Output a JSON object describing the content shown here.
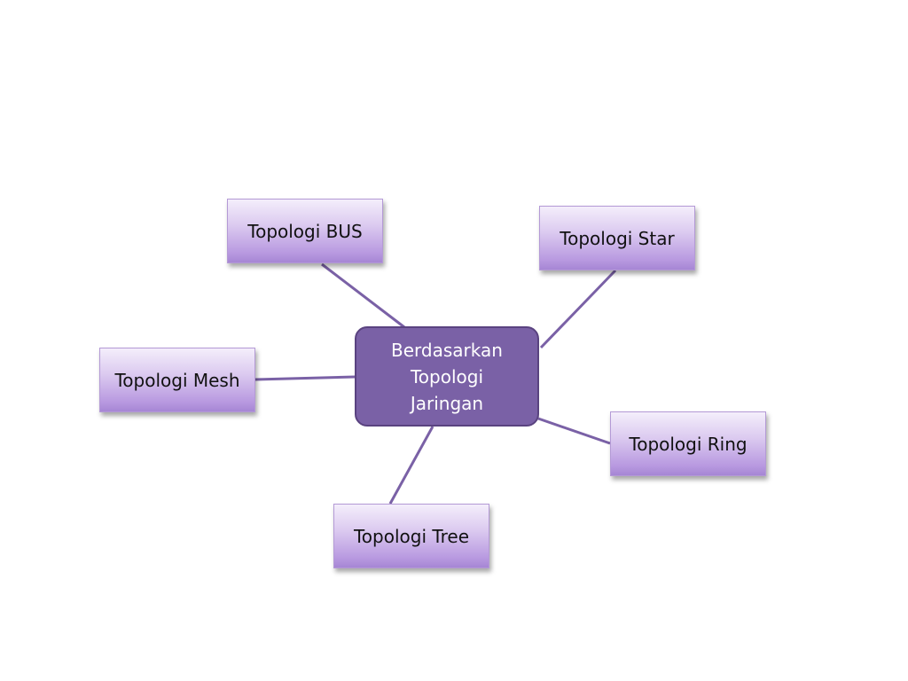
{
  "center": {
    "label": "Berdasarkan\nTopologi\nJaringan"
  },
  "nodes": {
    "bus": "Topologi BUS",
    "star": "Topologi Star",
    "mesh": "Topologi Mesh",
    "ring": "Topologi Ring",
    "tree": "Topologi Tree"
  },
  "colors": {
    "center_fill": "#7a61a6",
    "center_border": "#5a4380",
    "node_gradient_top": "#f4eefb",
    "node_gradient_bottom": "#a686d4",
    "connector": "#7a61a6"
  }
}
